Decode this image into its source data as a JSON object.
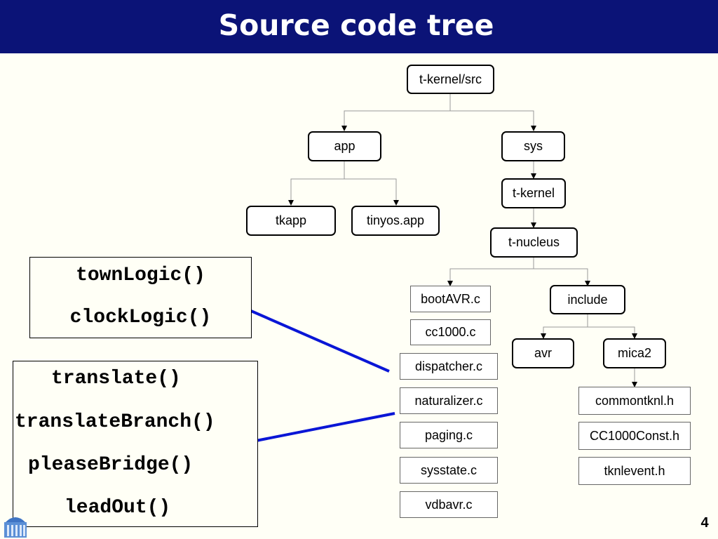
{
  "title": "Source code tree",
  "page_number": "4",
  "tree": {
    "root": "t-kernel/src",
    "app": "app",
    "sys": "sys",
    "tkapp": "tkapp",
    "tinyos_app": "tinyos.app",
    "t_kernel": "t-kernel",
    "t_nucleus": "t-nucleus",
    "include": "include",
    "avr": "avr",
    "mica2": "mica2",
    "files": [
      "bootAVR.c",
      "cc1000.c",
      "dispatcher.c",
      "naturalizer.c",
      "paging.c",
      "sysstate.c",
      "vdbavr.c"
    ],
    "mica2_files": [
      "commontknl.h",
      "CC1000Const.h",
      "tknlevent.h"
    ]
  },
  "dispatcher_functions": [
    "townLogic()",
    "clockLogic()"
  ],
  "naturalizer_functions": [
    "translate()",
    "translateBranch()",
    "pleaseBridge()",
    "leadOut()"
  ],
  "colors": {
    "banner": "#0b1377",
    "link": "#0a16d6",
    "background": "#fffff6"
  }
}
